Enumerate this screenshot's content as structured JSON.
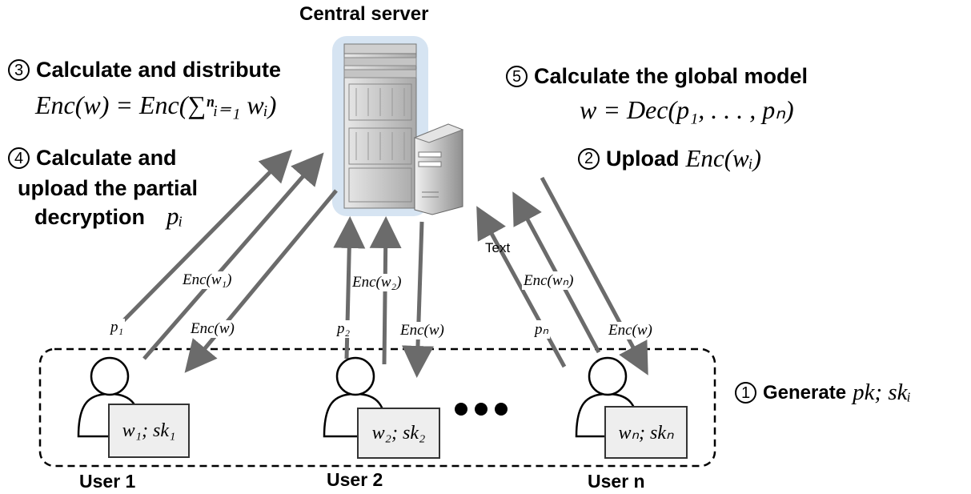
{
  "title": "Central server",
  "steps": {
    "s1": {
      "num": "1",
      "text": "Generate",
      "math": "pk; skᵢ"
    },
    "s2": {
      "num": "2",
      "text": "Upload",
      "math": "Enc(wᵢ)"
    },
    "s3": {
      "num": "3",
      "text": "Calculate and distribute",
      "math": "Enc(w) = Enc(∑ⁿᵢ₌₁ wᵢ)"
    },
    "s4": {
      "num": "4",
      "lines": [
        "Calculate and",
        "upload the partial",
        "decryption"
      ],
      "math": "pᵢ"
    },
    "s5": {
      "num": "5",
      "text": "Calculate the global model",
      "math": "w = Dec(p₁, . . . , pₙ)"
    }
  },
  "users": [
    {
      "label": "User 1",
      "box": "w₁; sk₁",
      "up": "Enc(w₁)",
      "partial": "p₁",
      "down": "Enc(w)"
    },
    {
      "label": "User 2",
      "box": "w₂; sk₂",
      "up": "Enc(w₂)",
      "partial": "p₂",
      "down": "Enc(w)"
    },
    {
      "label": "User n",
      "box": "wₙ; skₙ",
      "up": "Enc(wₙ)",
      "partial": "pₙ",
      "down": "Enc(w)"
    }
  ],
  "stray_text": "Text",
  "colors": {
    "arrow": "#6b6b6b",
    "server_glow": "#d6e4f2",
    "box_fill": "#eeeeee"
  }
}
